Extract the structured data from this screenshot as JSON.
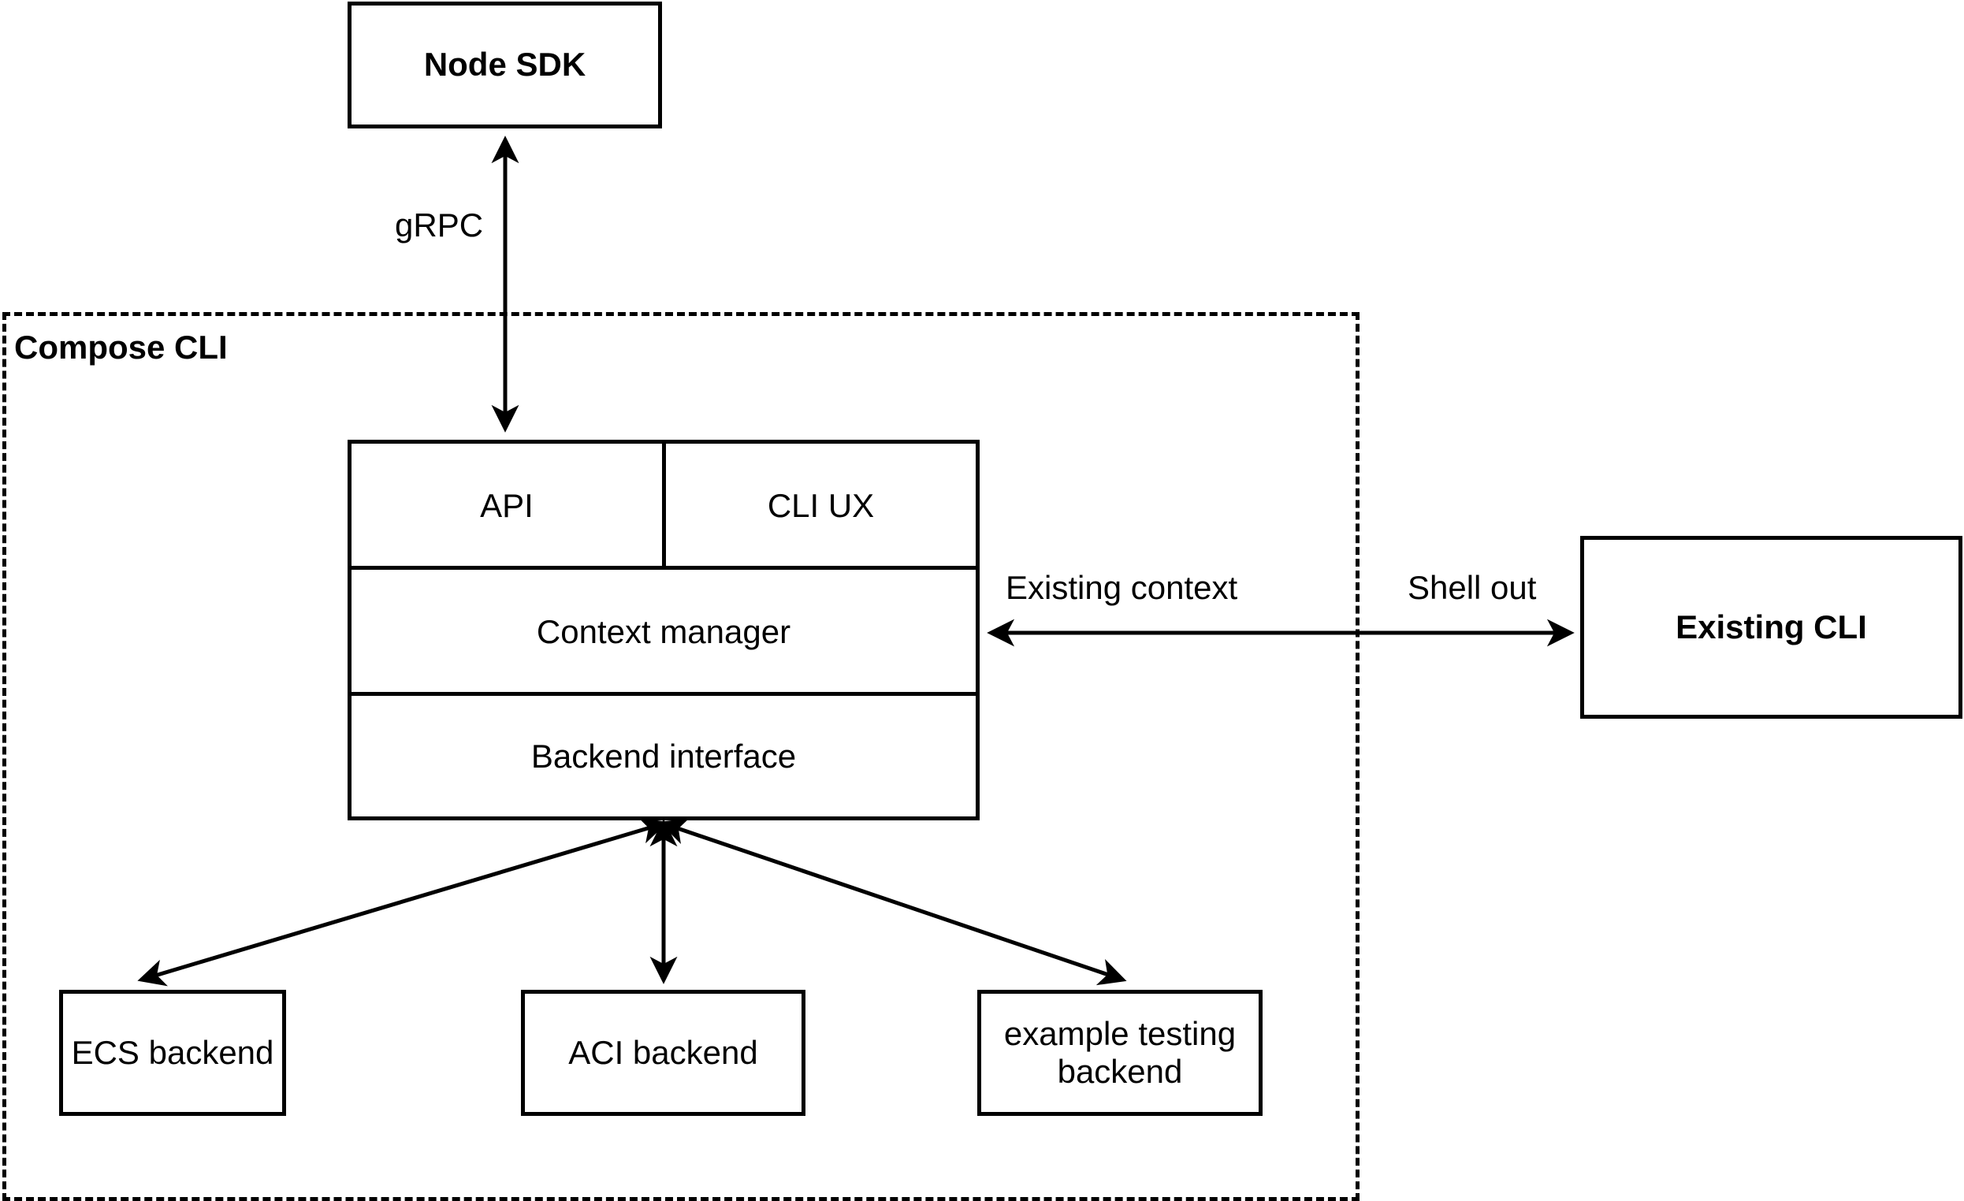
{
  "diagram": {
    "title_group": "Compose CLI",
    "nodes": {
      "node_sdk": "Node SDK",
      "existing_cli": "Existing CLI",
      "api": "API",
      "cli_ux": "CLI UX",
      "context_manager": "Context manager",
      "backend_interface": "Backend interface",
      "ecs_backend": "ECS backend",
      "aci_backend": "ACI backend",
      "example_testing_backend": "example testing backend"
    },
    "edge_labels": {
      "grpc": "gRPC",
      "existing_context": "Existing context",
      "shell_out": "Shell out"
    },
    "colors": {
      "stroke": "#000000",
      "fill": "#ffffff",
      "text": "#000000"
    }
  }
}
